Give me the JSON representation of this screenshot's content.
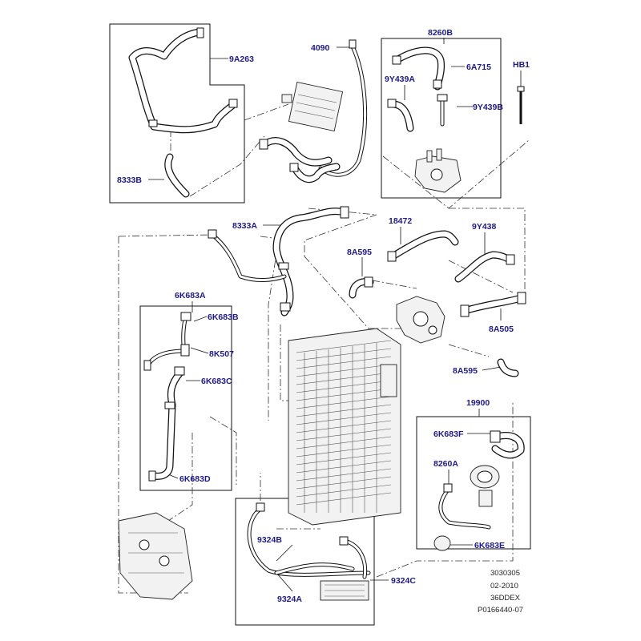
{
  "labels": {
    "9A263": "9A263",
    "8333B": "8333B",
    "4090": "4090",
    "8260B": "8260B",
    "6A715": "6A715",
    "9Y439A": "9Y439A",
    "HB1": "HB1",
    "9Y439B": "9Y439B",
    "8333A": "8333A",
    "18472": "18472",
    "9Y438": "9Y438",
    "8A595_top": "8A595",
    "8A505": "8A505",
    "6K683A": "6K683A",
    "6K683B": "6K683B",
    "8K507": "8K507",
    "6K683C": "6K683C",
    "6K683D": "6K683D",
    "8A595_bottom": "8A595",
    "19900": "19900",
    "6K683F": "6K683F",
    "8260A": "8260A",
    "6K683E": "6K683E",
    "9324B": "9324B",
    "9324C": "9324C",
    "9324A": "9324A"
  },
  "footer": {
    "code": "3030305",
    "date": "02-2010",
    "model": "36DDEX",
    "part_number": "P0166440-07"
  },
  "colors": {
    "label": "#1e1a8c",
    "line": "#111111"
  }
}
